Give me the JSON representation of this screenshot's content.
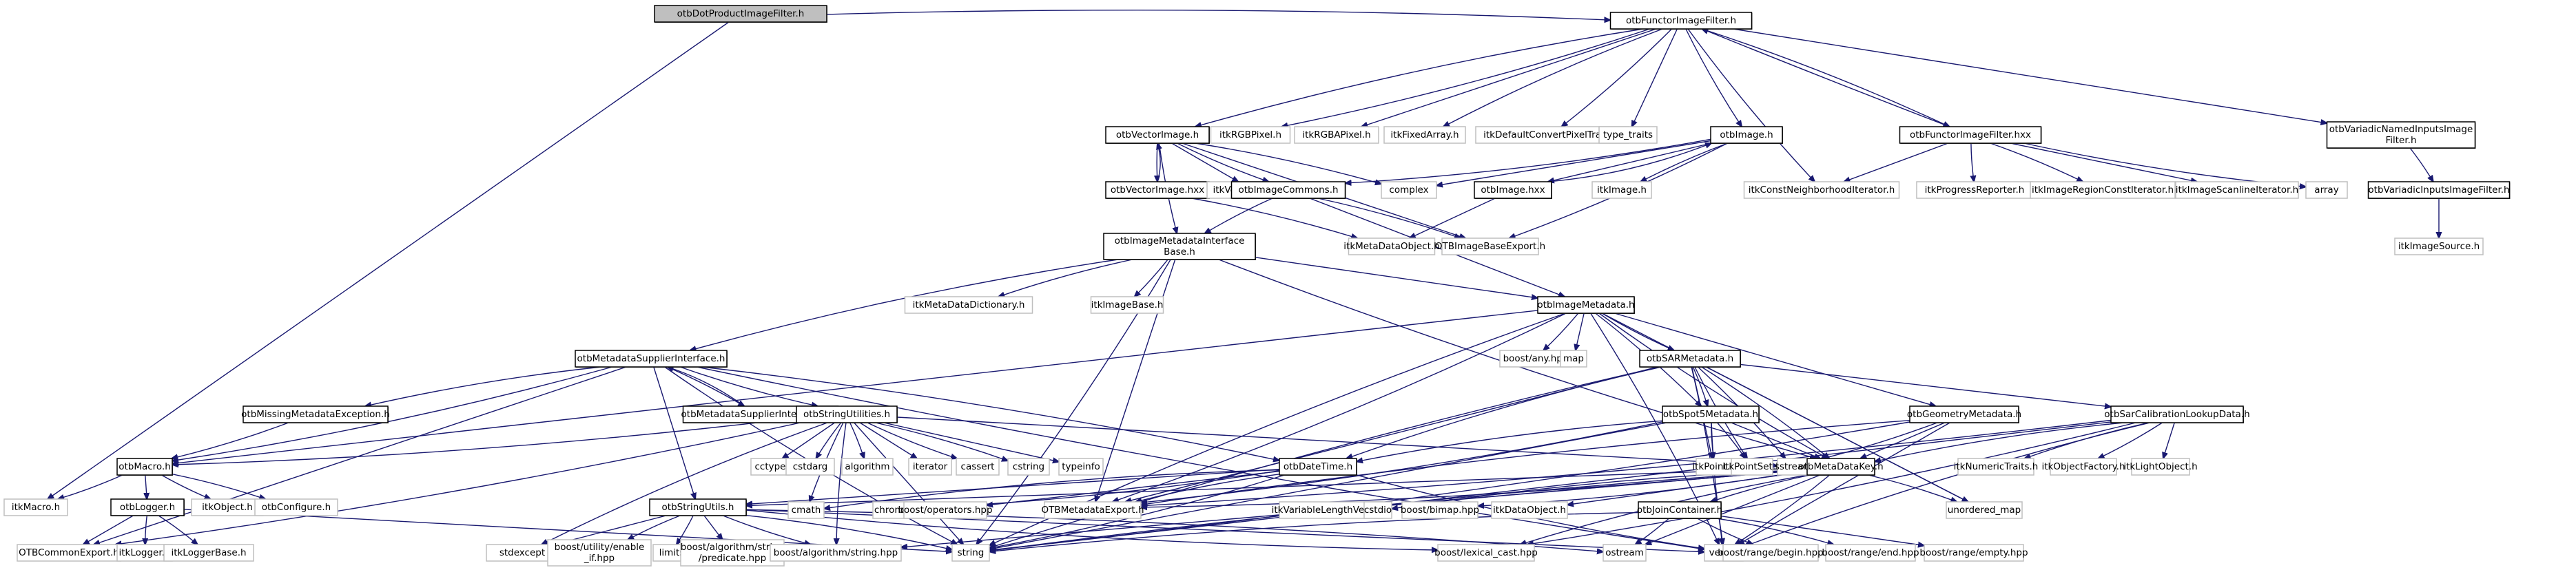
{
  "diagram": {
    "title": "otbDotProductImageFilter.h include dependency graph",
    "colors": {
      "edge": "#191970",
      "root_fill": "#bfbfbf",
      "local_border": "#000000",
      "external_border": "#bfbfbf"
    },
    "nodes": [
      {
        "id": "root",
        "label": "otbDotProductImageFilter.h",
        "kind": "root"
      },
      {
        "id": "functor",
        "label": "otbFunctorImageFilter.h",
        "kind": "local"
      },
      {
        "id": "vectorimage",
        "label": "otbVectorImage.h",
        "kind": "local"
      },
      {
        "id": "itkRGBPixel",
        "label": "itkRGBPixel.h",
        "kind": "external"
      },
      {
        "id": "itkRGBAPixel",
        "label": "itkRGBAPixel.h",
        "kind": "external"
      },
      {
        "id": "itkFixedArray",
        "label": "itkFixedArray.h",
        "kind": "external"
      },
      {
        "id": "itkDefaultConvert",
        "label": "itkDefaultConvertPixelTraits.h",
        "kind": "external"
      },
      {
        "id": "type_traits",
        "label": "type_traits",
        "kind": "external"
      },
      {
        "id": "otbImage",
        "label": "otbImage.h",
        "kind": "local"
      },
      {
        "id": "functorhxx",
        "label": "otbFunctorImageFilter.hxx",
        "kind": "local"
      },
      {
        "id": "variadicNamed",
        "label": "otbVariadicNamedInputsImage\nFilter.h",
        "kind": "local"
      },
      {
        "id": "vectorimagehxx",
        "label": "otbVectorImage.hxx",
        "kind": "local"
      },
      {
        "id": "itkVectorImage",
        "label": "itkVectorImage.h",
        "kind": "external"
      },
      {
        "id": "imageCommons",
        "label": "otbImageCommons.h",
        "kind": "local"
      },
      {
        "id": "complex",
        "label": "complex",
        "kind": "external"
      },
      {
        "id": "otbImagehxx",
        "label": "otbImage.hxx",
        "kind": "local"
      },
      {
        "id": "itkImage",
        "label": "itkImage.h",
        "kind": "external"
      },
      {
        "id": "itkConstNeigh",
        "label": "itkConstNeighborhoodIterator.h",
        "kind": "external"
      },
      {
        "id": "itkProgress",
        "label": "itkProgressReporter.h",
        "kind": "external"
      },
      {
        "id": "itkRegionConst",
        "label": "itkImageRegionConstIterator.h",
        "kind": "external"
      },
      {
        "id": "itkScanline",
        "label": "itkImageScanlineIterator.h",
        "kind": "external"
      },
      {
        "id": "array",
        "label": "array",
        "kind": "external"
      },
      {
        "id": "variadicInputs",
        "label": "otbVariadicInputsImageFilter.h",
        "kind": "local"
      },
      {
        "id": "imdInterface",
        "label": "otbImageMetadataInterface\nBase.h",
        "kind": "local"
      },
      {
        "id": "itkMetaDataObject",
        "label": "itkMetaDataObject.h",
        "kind": "external"
      },
      {
        "id": "otbImageBaseExport",
        "label": "OTBImageBaseExport.h",
        "kind": "external"
      },
      {
        "id": "itkImageSource",
        "label": "itkImageSource.h",
        "kind": "external"
      },
      {
        "id": "itkMetaDataDict",
        "label": "itkMetaDataDictionary.h",
        "kind": "external"
      },
      {
        "id": "itkImageBase",
        "label": "itkImageBase.h",
        "kind": "external"
      },
      {
        "id": "imageMetadata",
        "label": "otbImageMetadata.h",
        "kind": "local"
      },
      {
        "id": "mdSupplier",
        "label": "otbMetadataSupplierInterface.h",
        "kind": "local"
      },
      {
        "id": "boostAny",
        "label": "boost/any.hpp",
        "kind": "external"
      },
      {
        "id": "map",
        "label": "map",
        "kind": "external"
      },
      {
        "id": "sarMetadata",
        "label": "otbSARMetadata.h",
        "kind": "local"
      },
      {
        "id": "missingMd",
        "label": "otbMissingMetadataException.h",
        "kind": "local"
      },
      {
        "id": "mdSupplierhxx",
        "label": "otbMetadataSupplierInterface.hxx",
        "kind": "local"
      },
      {
        "id": "stringUtilities",
        "label": "otbStringUtilities.h",
        "kind": "local"
      },
      {
        "id": "spot5",
        "label": "otbSpot5Metadata.h",
        "kind": "local"
      },
      {
        "id": "geometryMd",
        "label": "otbGeometryMetadata.h",
        "kind": "local"
      },
      {
        "id": "sarCalib",
        "label": "otbSarCalibrationLookupData.h",
        "kind": "local"
      },
      {
        "id": "otbMacro",
        "label": "otbMacro.h",
        "kind": "local"
      },
      {
        "id": "cctype",
        "label": "cctype",
        "kind": "external"
      },
      {
        "id": "cstdarg",
        "label": "cstdarg",
        "kind": "external"
      },
      {
        "id": "algorithm",
        "label": "algorithm",
        "kind": "external"
      },
      {
        "id": "iterator",
        "label": "iterator",
        "kind": "external"
      },
      {
        "id": "cassert",
        "label": "cassert",
        "kind": "external"
      },
      {
        "id": "cstring",
        "label": "cstring",
        "kind": "external"
      },
      {
        "id": "typeinfo",
        "label": "typeinfo",
        "kind": "external"
      },
      {
        "id": "itkPoint",
        "label": "itkPoint.h",
        "kind": "external"
      },
      {
        "id": "itkPointSet",
        "label": "itkPointSet.h",
        "kind": "external"
      },
      {
        "id": "sstream",
        "label": "sstream",
        "kind": "external"
      },
      {
        "id": "mdKey",
        "label": "otbMetaDataKey.h",
        "kind": "local"
      },
      {
        "id": "itkNumericTraits",
        "label": "itkNumericTraits.h",
        "kind": "external"
      },
      {
        "id": "itkObjectFactory",
        "label": "itkObjectFactory.h",
        "kind": "external"
      },
      {
        "id": "itkLightObject",
        "label": "itkLightObject.h",
        "kind": "external"
      },
      {
        "id": "dateTime",
        "label": "otbDateTime.h",
        "kind": "local"
      },
      {
        "id": "itkMacro",
        "label": "itkMacro.h",
        "kind": "external"
      },
      {
        "id": "otbLogger",
        "label": "otbLogger.h",
        "kind": "local"
      },
      {
        "id": "itkObject",
        "label": "itkObject.h",
        "kind": "external"
      },
      {
        "id": "otbConfigure",
        "label": "otbConfigure.h",
        "kind": "external"
      },
      {
        "id": "cmath",
        "label": "cmath",
        "kind": "external"
      },
      {
        "id": "chrono",
        "label": "chrono",
        "kind": "external"
      },
      {
        "id": "boostOperators",
        "label": "boost/operators.hpp",
        "kind": "external"
      },
      {
        "id": "otbMdExport",
        "label": "OTBMetadataExport.h",
        "kind": "external"
      },
      {
        "id": "itkVarLenVec",
        "label": "itkVariableLengthVector.h",
        "kind": "external"
      },
      {
        "id": "cstdio",
        "label": "cstdio",
        "kind": "external"
      },
      {
        "id": "boostBimap",
        "label": "boost/bimap.hpp",
        "kind": "external"
      },
      {
        "id": "itkDataObject",
        "label": "itkDataObject.h",
        "kind": "external"
      },
      {
        "id": "joinContainer",
        "label": "otbJoinContainer.h",
        "kind": "local"
      },
      {
        "id": "unorderedMap",
        "label": "unordered_map",
        "kind": "external"
      },
      {
        "id": "stringUtils",
        "label": "otbStringUtils.h",
        "kind": "local"
      },
      {
        "id": "otbCommonExport",
        "label": "OTBCommonExport.h",
        "kind": "external"
      },
      {
        "id": "itkLogger",
        "label": "itkLogger.h",
        "kind": "external"
      },
      {
        "id": "itkLoggerBase",
        "label": "itkLoggerBase.h",
        "kind": "external"
      },
      {
        "id": "stdexcept",
        "label": "stdexcept",
        "kind": "external"
      },
      {
        "id": "boostEnableIf",
        "label": "boost/utility/enable\n_if.hpp",
        "kind": "external"
      },
      {
        "id": "limits",
        "label": "limits",
        "kind": "external"
      },
      {
        "id": "boostPredicate",
        "label": "boost/algorithm/string\n/predicate.hpp",
        "kind": "external"
      },
      {
        "id": "boostString",
        "label": "boost/algorithm/string.hpp",
        "kind": "external"
      },
      {
        "id": "string",
        "label": "string",
        "kind": "external"
      },
      {
        "id": "boostLexical",
        "label": "boost/lexical_cast.hpp",
        "kind": "external"
      },
      {
        "id": "ostream",
        "label": "ostream",
        "kind": "external"
      },
      {
        "id": "vector",
        "label": "vector",
        "kind": "external"
      },
      {
        "id": "rangeBegin",
        "label": "boost/range/begin.hpp",
        "kind": "external"
      },
      {
        "id": "rangeEnd",
        "label": "boost/range/end.hpp",
        "kind": "external"
      },
      {
        "id": "rangeEmpty",
        "label": "boost/range/empty.hpp",
        "kind": "external"
      }
    ],
    "edges": [
      [
        "root",
        "functor"
      ],
      [
        "root",
        "itkMacro"
      ],
      [
        "functor",
        "vectorimage"
      ],
      [
        "functor",
        "itkRGBPixel"
      ],
      [
        "functor",
        "itkRGBAPixel"
      ],
      [
        "functor",
        "itkFixedArray"
      ],
      [
        "functor",
        "itkDefaultConvert"
      ],
      [
        "functor",
        "type_traits"
      ],
      [
        "functor",
        "otbImage"
      ],
      [
        "functor",
        "functorhxx"
      ],
      [
        "functor",
        "variadicNamed"
      ],
      [
        "functor",
        "itkConstNeigh"
      ],
      [
        "functorhxx",
        "functor"
      ],
      [
        "functorhxx",
        "itkConstNeigh"
      ],
      [
        "functorhxx",
        "itkProgress"
      ],
      [
        "functorhxx",
        "itkRegionConst"
      ],
      [
        "functorhxx",
        "itkScanline"
      ],
      [
        "functorhxx",
        "array"
      ],
      [
        "variadicNamed",
        "variadicInputs"
      ],
      [
        "variadicInputs",
        "itkImageSource"
      ],
      [
        "vectorimage",
        "vectorimagehxx"
      ],
      [
        "vectorimagehxx",
        "vectorimage"
      ],
      [
        "vectorimage",
        "itkVectorImage"
      ],
      [
        "vectorimage",
        "imageCommons"
      ],
      [
        "vectorimage",
        "complex"
      ],
      [
        "vectorimage",
        "otbImageBaseExport"
      ],
      [
        "vectorimage",
        "imdInterface"
      ],
      [
        "vectorimagehxx",
        "itkMetaDataObject"
      ],
      [
        "otbImage",
        "otbImagehxx"
      ],
      [
        "otbImagehxx",
        "otbImage"
      ],
      [
        "otbImage",
        "imageCommons"
      ],
      [
        "otbImage",
        "complex"
      ],
      [
        "otbImage",
        "itkImage"
      ],
      [
        "otbImage",
        "otbImageBaseExport"
      ],
      [
        "otbImagehxx",
        "itkMetaDataObject"
      ],
      [
        "imageCommons",
        "imdInterface"
      ],
      [
        "imageCommons",
        "otbImageBaseExport"
      ],
      [
        "imageCommons",
        "imageMetadata"
      ],
      [
        "imdInterface",
        "itkMetaDataDict"
      ],
      [
        "imdInterface",
        "itkImageBase"
      ],
      [
        "imdInterface",
        "imageMetadata"
      ],
      [
        "imdInterface",
        "mdSupplier"
      ],
      [
        "imdInterface",
        "string"
      ],
      [
        "imdInterface",
        "otbMdExport"
      ],
      [
        "imdInterface",
        "mdKey"
      ],
      [
        "imageMetadata",
        "boostAny"
      ],
      [
        "imageMetadata",
        "map"
      ],
      [
        "imageMetadata",
        "sarMetadata"
      ],
      [
        "imageMetadata",
        "spot5"
      ],
      [
        "imageMetadata",
        "geometryMd"
      ],
      [
        "imageMetadata",
        "mdKey"
      ],
      [
        "imageMetadata",
        "otbMdExport"
      ],
      [
        "imageMetadata",
        "otbMacro"
      ],
      [
        "imageMetadata",
        "string"
      ],
      [
        "imageMetadata",
        "vector"
      ],
      [
        "imageMetadata",
        "unorderedMap"
      ],
      [
        "mdSupplier",
        "missingMd"
      ],
      [
        "mdSupplier",
        "mdSupplierhxx"
      ],
      [
        "mdSupplierhxx",
        "mdSupplier"
      ],
      [
        "mdSupplier",
        "stringUtilities"
      ],
      [
        "mdSupplier",
        "otbMacro"
      ],
      [
        "mdSupplier",
        "stringUtils"
      ],
      [
        "mdSupplier",
        "string"
      ],
      [
        "mdSupplier",
        "dateTime"
      ],
      [
        "mdSupplier",
        "otbCommonExport"
      ],
      [
        "mdSupplier",
        "vector"
      ],
      [
        "missingMd",
        "otbMacro"
      ],
      [
        "stringUtilities",
        "cctype"
      ],
      [
        "stringUtilities",
        "cstdarg"
      ],
      [
        "stringUtilities",
        "algorithm"
      ],
      [
        "stringUtilities",
        "iterator"
      ],
      [
        "stringUtilities",
        "cassert"
      ],
      [
        "stringUtilities",
        "cstring"
      ],
      [
        "stringUtilities",
        "typeinfo"
      ],
      [
        "stringUtilities",
        "stdexcept"
      ],
      [
        "stringUtilities",
        "otbMacro"
      ],
      [
        "stringUtilities",
        "string"
      ],
      [
        "stringUtilities",
        "cmath"
      ],
      [
        "stringUtilities",
        "otbCommonExport"
      ],
      [
        "stringUtilities",
        "sstream"
      ],
      [
        "stringUtilities",
        "boostString"
      ],
      [
        "sarMetadata",
        "spot5"
      ],
      [
        "sarMetadata",
        "itkPoint"
      ],
      [
        "sarMetadata",
        "itkPointSet"
      ],
      [
        "sarMetadata",
        "sstream"
      ],
      [
        "sarMetadata",
        "sarCalib"
      ],
      [
        "sarMetadata",
        "dateTime"
      ],
      [
        "sarMetadata",
        "mdKey"
      ],
      [
        "sarMetadata",
        "otbMdExport"
      ],
      [
        "sarMetadata",
        "string"
      ],
      [
        "sarMetadata",
        "vector"
      ],
      [
        "sarMetadata",
        "unorderedMap"
      ],
      [
        "spot5",
        "itkPoint"
      ],
      [
        "spot5",
        "itkPointSet"
      ],
      [
        "spot5",
        "mdKey"
      ],
      [
        "spot5",
        "dateTime"
      ],
      [
        "spot5",
        "otbMdExport"
      ],
      [
        "spot5",
        "string"
      ],
      [
        "spot5",
        "vector"
      ],
      [
        "geometryMd",
        "sstream"
      ],
      [
        "geometryMd",
        "mdKey"
      ],
      [
        "geometryMd",
        "otbMdExport"
      ],
      [
        "geometryMd",
        "string"
      ],
      [
        "geometryMd",
        "vector"
      ],
      [
        "sarCalib",
        "itkNumericTraits"
      ],
      [
        "sarCalib",
        "itkObjectFactory"
      ],
      [
        "sarCalib",
        "itkLightObject"
      ],
      [
        "sarCalib",
        "mdKey"
      ],
      [
        "sarCalib",
        "otbMdExport"
      ],
      [
        "sarCalib",
        "string"
      ],
      [
        "sarCalib",
        "vector"
      ],
      [
        "sarCalib",
        "boostLexical"
      ],
      [
        "mdKey",
        "itkVarLenVec"
      ],
      [
        "mdKey",
        "cstdio"
      ],
      [
        "mdKey",
        "boostBimap"
      ],
      [
        "mdKey",
        "itkDataObject"
      ],
      [
        "mdKey",
        "joinContainer"
      ],
      [
        "mdKey",
        "otbMdExport"
      ],
      [
        "mdKey",
        "stringUtils"
      ],
      [
        "mdKey",
        "string"
      ],
      [
        "mdKey",
        "vector"
      ],
      [
        "mdKey",
        "ostream"
      ],
      [
        "mdKey",
        "boostLexical"
      ],
      [
        "mdKey",
        "unorderedMap"
      ],
      [
        "mdKey",
        "boostString"
      ],
      [
        "dateTime",
        "cmath"
      ],
      [
        "dateTime",
        "chrono"
      ],
      [
        "dateTime",
        "boostOperators"
      ],
      [
        "dateTime",
        "otbMdExport"
      ],
      [
        "dateTime",
        "string"
      ],
      [
        "dateTime",
        "stringUtils"
      ],
      [
        "dateTime",
        "vector"
      ],
      [
        "otbMacro",
        "itkMacro"
      ],
      [
        "otbMacro",
        "otbLogger"
      ],
      [
        "otbMacro",
        "itkObject"
      ],
      [
        "otbMacro",
        "otbConfigure"
      ],
      [
        "otbLogger",
        "otbCommonExport"
      ],
      [
        "otbLogger",
        "itkLogger"
      ],
      [
        "otbLogger",
        "itkLoggerBase"
      ],
      [
        "otbLogger",
        "string"
      ],
      [
        "joinContainer",
        "rangeBegin"
      ],
      [
        "joinContainer",
        "rangeEnd"
      ],
      [
        "joinContainer",
        "rangeEmpty"
      ],
      [
        "joinContainer",
        "string"
      ],
      [
        "joinContainer",
        "ostream"
      ],
      [
        "stringUtils",
        "stdexcept"
      ],
      [
        "stringUtils",
        "boostEnableIf"
      ],
      [
        "stringUtils",
        "limits"
      ],
      [
        "stringUtils",
        "boostPredicate"
      ],
      [
        "stringUtils",
        "boostString"
      ],
      [
        "stringUtils",
        "string"
      ],
      [
        "stringUtils",
        "vector"
      ],
      [
        "stringUtils",
        "boostLexical"
      ],
      [
        "stringUtils",
        "ostream"
      ]
    ]
  }
}
